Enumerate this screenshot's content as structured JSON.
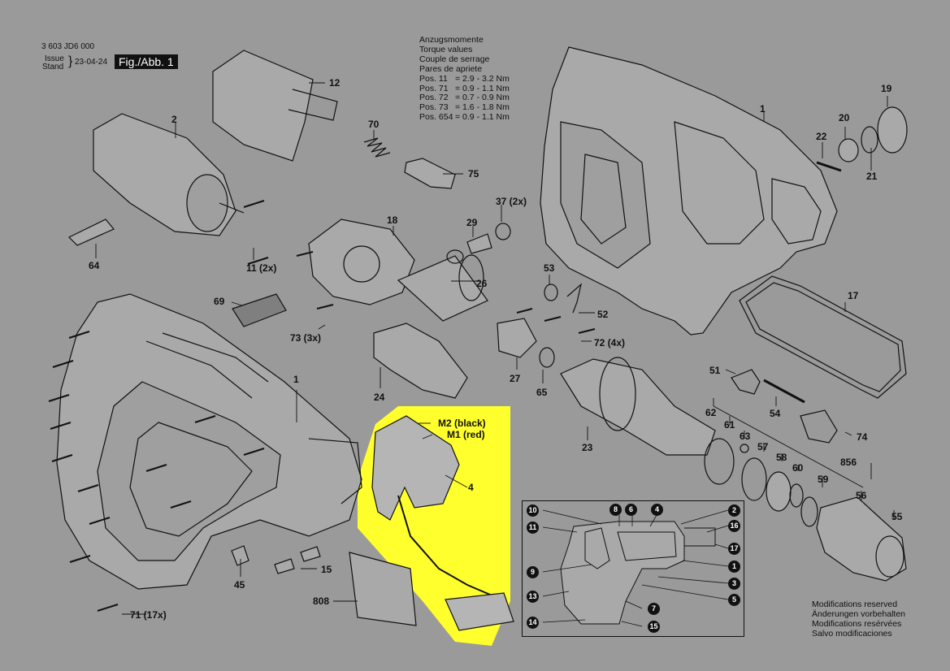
{
  "header": {
    "doc_number": "3 603 JD6 000",
    "issue_label": "Issue",
    "stand_label": "Stand",
    "date": "23-04-24",
    "fig_label": "Fig./Abb. 1"
  },
  "torque": {
    "title_lines": [
      "Anzugsmomente",
      "Torque values",
      "Couple de serrage",
      "Pares de apriete"
    ],
    "rows": [
      {
        "pos": "Pos. 11",
        "value": "= 2.9 - 3.2 Nm"
      },
      {
        "pos": "Pos. 71",
        "value": "= 0.9 - 1.1 Nm"
      },
      {
        "pos": "Pos. 72",
        "value": "= 0.7 - 0.9 Nm"
      },
      {
        "pos": "Pos. 73",
        "value": "= 1.6 - 1.8 Nm"
      },
      {
        "pos": "Pos. 654",
        "value": "= 0.9 - 1.1 Nm"
      }
    ]
  },
  "parts": {
    "p1a": "1",
    "p1b": "1",
    "p2": "2",
    "p4": "4",
    "p12": "12",
    "p15": "15",
    "p17": "17",
    "p18": "18",
    "p19": "19",
    "p20": "20",
    "p21": "21",
    "p22": "22",
    "p23": "23",
    "p24": "24",
    "p26": "26",
    "p27": "27",
    "p29": "29",
    "p37": "37 (2x)",
    "p45": "45",
    "p51": "51",
    "p52": "52",
    "p53": "53",
    "p54": "54",
    "p55": "55",
    "p56": "56",
    "p57": "57",
    "p58": "58",
    "p59": "59",
    "p60": "60",
    "p61": "61",
    "p62": "62",
    "p63": "63",
    "p64": "64",
    "p65": "65",
    "p69": "69",
    "p70": "70",
    "p71": "71 (17x)",
    "p72": "72 (4x)",
    "p73": "73 (3x)",
    "p74": "74",
    "p75": "75",
    "p808": "808",
    "p856": "856",
    "p11": "11 (2x)",
    "m2": "M2 (black)",
    "m1": "M1 (red)"
  },
  "inset_badges": [
    "10",
    "8",
    "6",
    "4",
    "2",
    "16",
    "11",
    "17",
    "9",
    "1",
    "13",
    "3",
    "5",
    "7",
    "14",
    "15"
  ],
  "modifications": [
    "Modifications reserved",
    "Änderungen vorbehalten",
    "Modifications resérvées",
    "Salvo modificaciones"
  ],
  "colors": {
    "background": "#9a9a9a",
    "highlight": "#ffff2e",
    "line": "#111111",
    "part_fill": "#a9a9a9"
  }
}
